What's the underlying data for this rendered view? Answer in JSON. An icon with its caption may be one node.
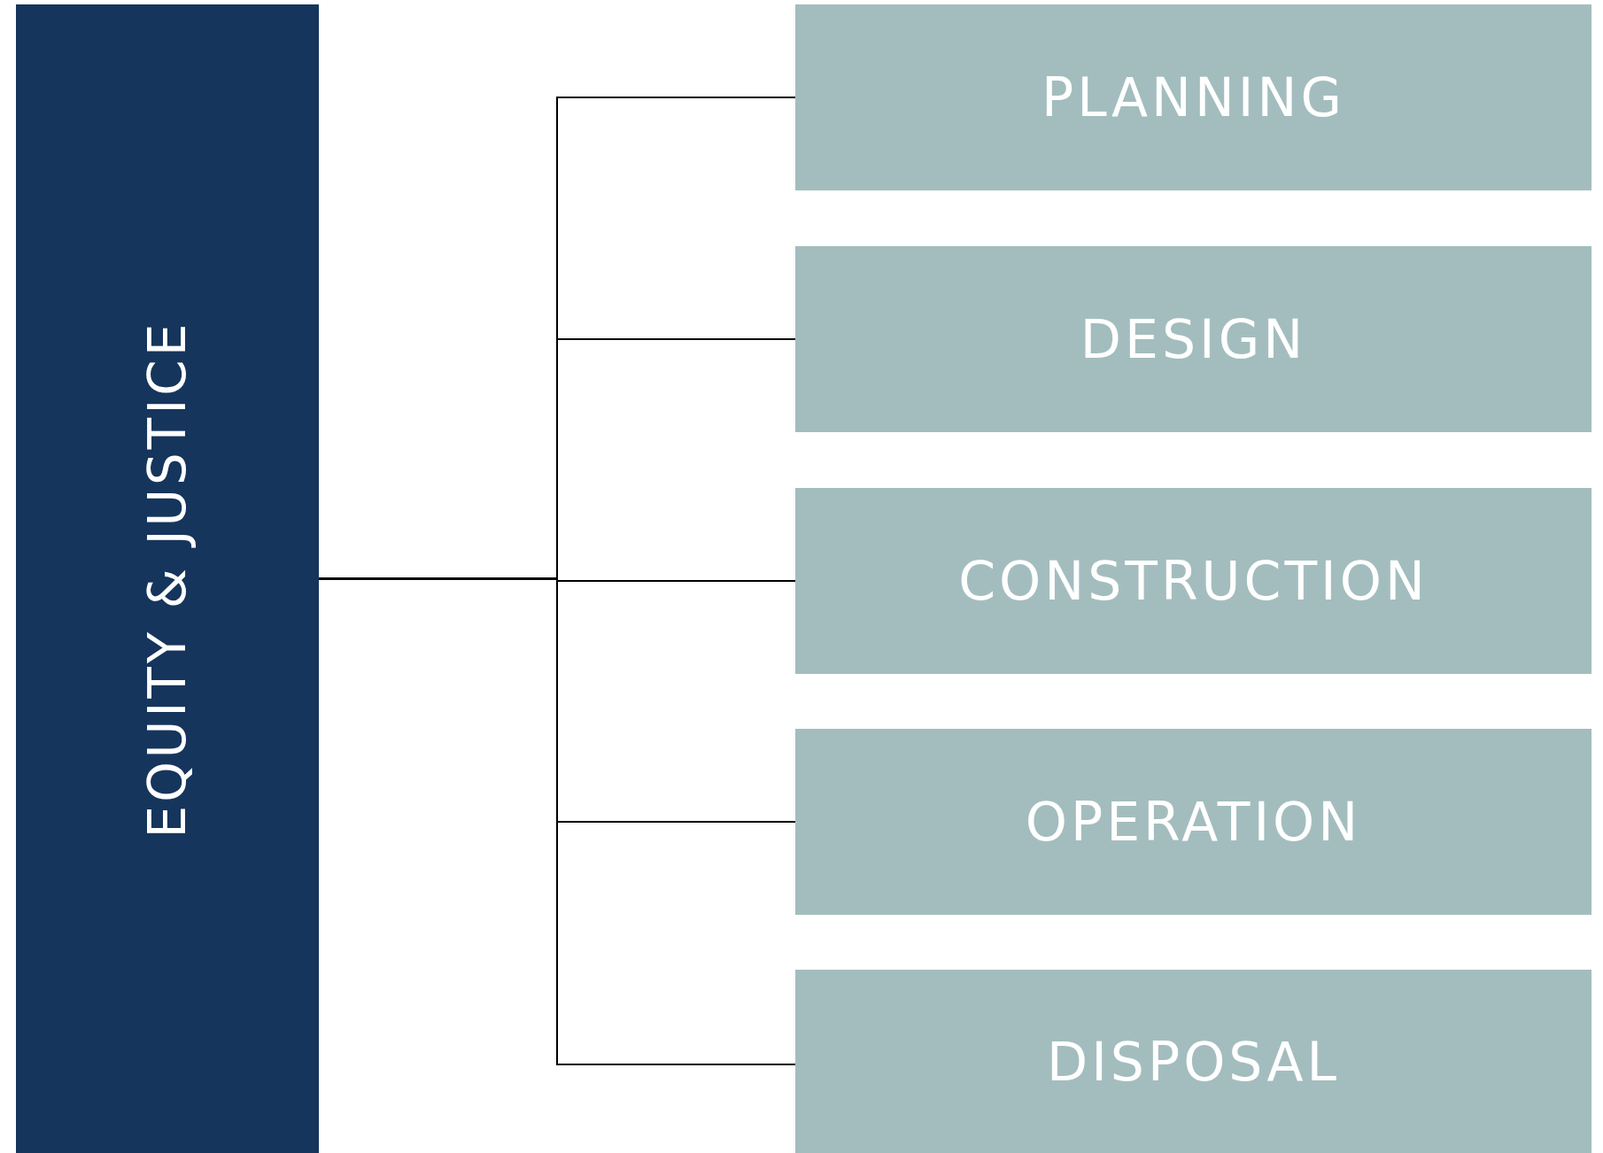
{
  "diagram": {
    "nodes": [
      {
        "text": [
          "EQUITY & JUSTICE"
        ]
      },
      {
        "text": [
          "PLANNING"
        ]
      },
      {
        "text": [
          "DESIGN"
        ]
      },
      {
        "text": [
          "CONSTRUCTION"
        ]
      },
      {
        "text": [
          "OPERATION"
        ]
      },
      {
        "text": [
          "DISPOSAL"
        ]
      }
    ],
    "edges": [
      {
        "from": 0,
        "to": 1,
        "arrow": "none"
      },
      {
        "from": 0,
        "to": 2,
        "arrow": "none"
      },
      {
        "from": 0,
        "to": 3,
        "arrow": "none"
      },
      {
        "from": 0,
        "to": 4,
        "arrow": "none"
      },
      {
        "from": 0,
        "to": 5,
        "arrow": "none"
      }
    ]
  }
}
